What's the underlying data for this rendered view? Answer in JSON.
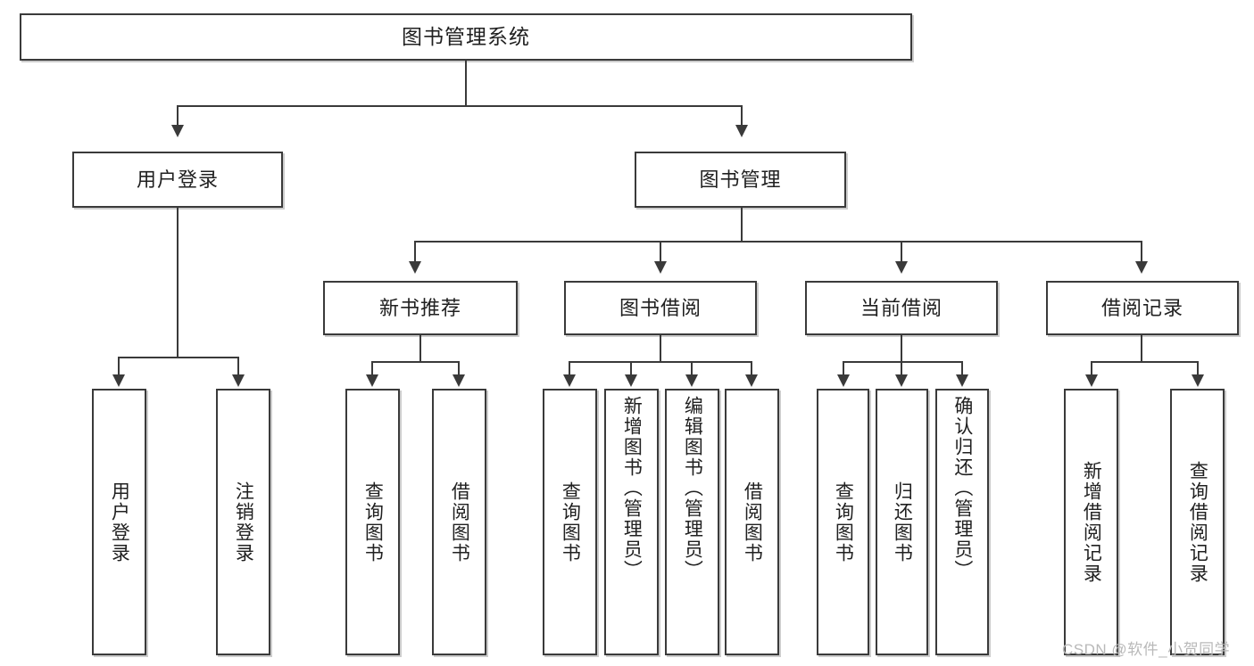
{
  "diagram": {
    "type": "tree",
    "title": "图书管理系统",
    "root": {
      "label": "图书管理系统"
    },
    "level2": [
      {
        "label": "用户登录"
      },
      {
        "label": "图书管理"
      }
    ],
    "level3": [
      {
        "label": "新书推荐"
      },
      {
        "label": "图书借阅"
      },
      {
        "label": "当前借阅"
      },
      {
        "label": "借阅记录"
      }
    ],
    "leaves": {
      "user_login": [
        {
          "label": "用户登录"
        },
        {
          "label": "注销登录"
        }
      ],
      "new_book_recommend": [
        {
          "label": "查询图书"
        },
        {
          "label": "借阅图书"
        }
      ],
      "book_borrow": [
        {
          "label": "查询图书"
        },
        {
          "label": "新增图书（管理员）"
        },
        {
          "label": "编辑图书（管理员）"
        },
        {
          "label": "借阅图书"
        }
      ],
      "current_borrow": [
        {
          "label": "查询图书"
        },
        {
          "label": "归还图书"
        },
        {
          "label": "确认归还（管理员）"
        }
      ],
      "borrow_record": [
        {
          "label": "新增借阅记录"
        },
        {
          "label": "查询借阅记录"
        }
      ]
    }
  },
  "watermark": {
    "text": "CSDN @软件_小贺同学"
  },
  "colors": {
    "stroke": "#3a3a3a",
    "fill": "#ffffff",
    "text": "#202020",
    "watermark": "#b9b9b9"
  }
}
